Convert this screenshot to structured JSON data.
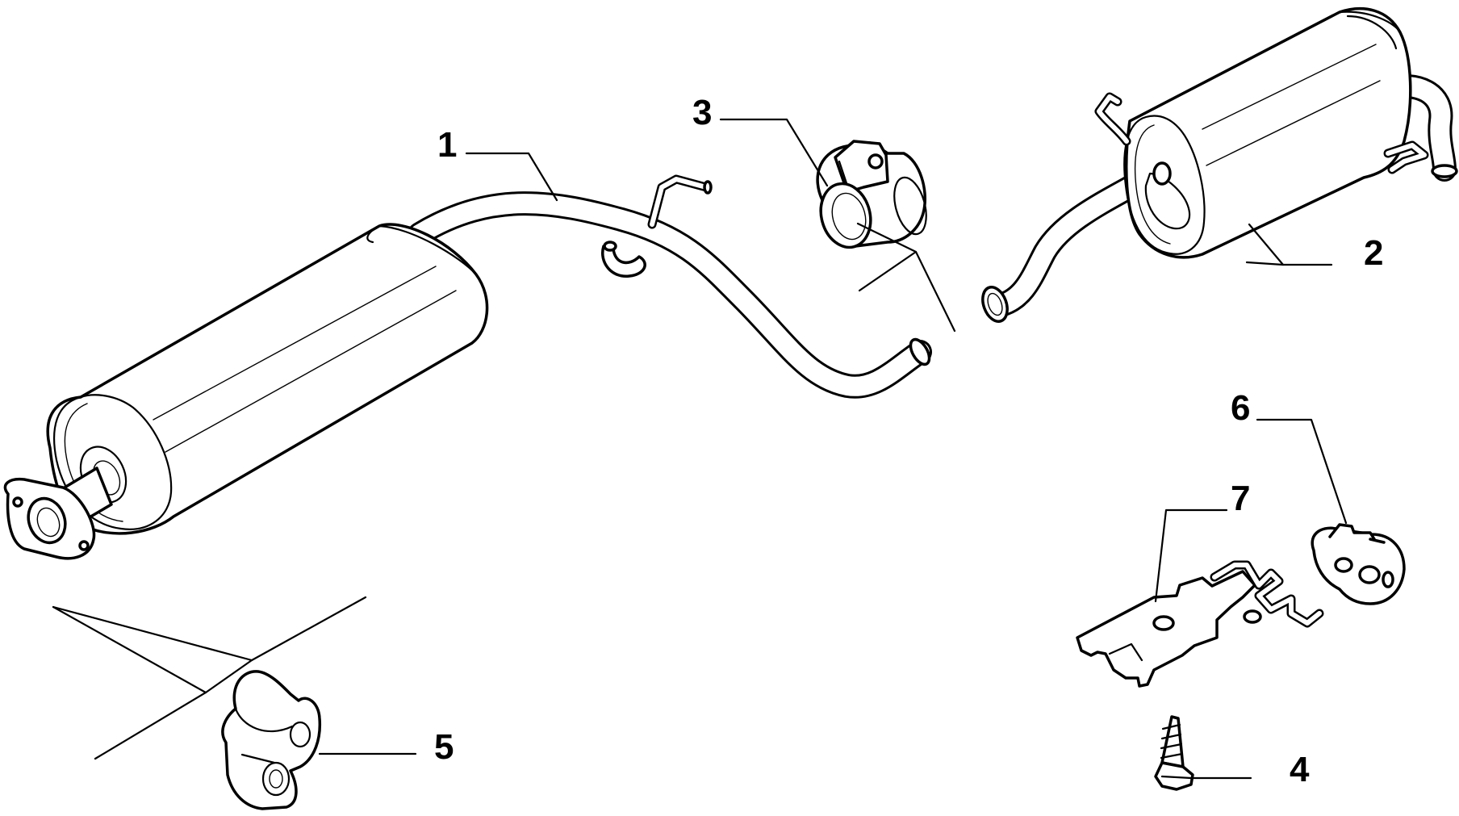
{
  "colors": {
    "ink": "#000000",
    "paper": "#ffffff"
  },
  "labels": {
    "part_1": "1",
    "part_2": "2",
    "part_3": "3",
    "part_4": "4",
    "part_5": "5",
    "part_6": "6",
    "part_7": "7"
  }
}
